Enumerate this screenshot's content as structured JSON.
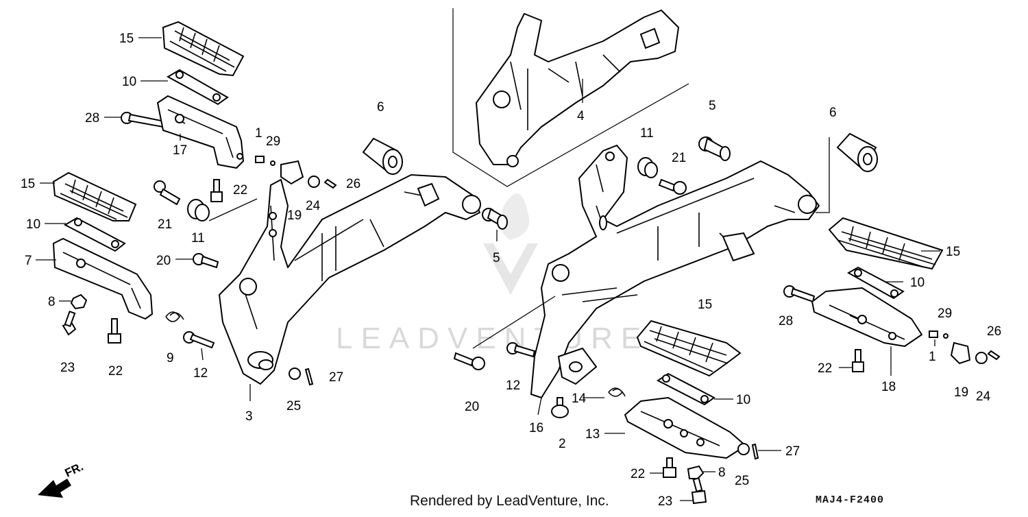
{
  "diagram": {
    "callouts": {
      "c15a": "15",
      "c10a": "10",
      "c28a": "28",
      "c17": "17",
      "c1a": "1",
      "c29a": "29",
      "c15b": "15",
      "c10b": "10",
      "c7": "7",
      "c8a": "8",
      "c23a": "23",
      "c22a": "22",
      "c21a": "21",
      "c22b": "22",
      "c11a": "11",
      "c20a": "20",
      "c19a": "19",
      "c24a": "24",
      "c26a": "26",
      "c9": "9",
      "c12a": "12",
      "c3": "3",
      "c25a": "25",
      "c27a": "27",
      "c6a": "6",
      "c4": "4",
      "c5a": "5",
      "c5b": "5",
      "c11b": "11",
      "c21b": "21",
      "c6b": "6",
      "c15c": "15",
      "c10c": "10",
      "c28b": "28",
      "c29b": "29",
      "c26b": "26",
      "c1b": "1",
      "c22c": "22",
      "c18": "18",
      "c19b": "19",
      "c24b": "24",
      "c15d": "15",
      "c20b": "20",
      "c12b": "12",
      "c16": "16",
      "c14": "14",
      "c2": "2",
      "c10d": "10",
      "c13": "13",
      "c27b": "27",
      "c25b": "25",
      "c22d": "22",
      "c8b": "8",
      "c23b": "23"
    },
    "footer_text": "Rendered by LeadVenture, Inc.",
    "diagram_code": "MAJ4-F2400",
    "direction_label": "FR.",
    "watermark_text": "LEADVENTURE"
  }
}
